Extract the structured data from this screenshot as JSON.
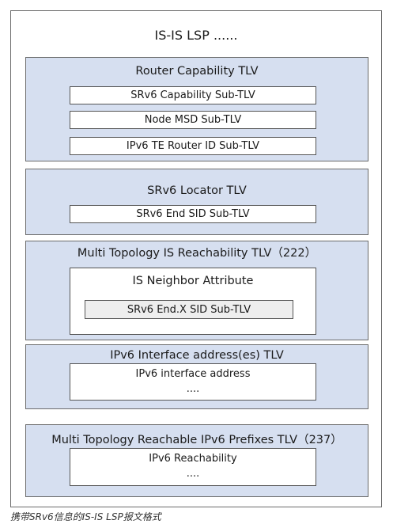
{
  "diagram": {
    "title": "IS-IS LSP ......",
    "router_capability": {
      "title": "Router Capability TLV",
      "subs": [
        "SRv6 Capability Sub-TLV",
        "Node MSD Sub-TLV",
        "IPv6 TE Router ID Sub-TLV"
      ]
    },
    "srv6_locator": {
      "title": "SRv6 Locator TLV",
      "sub": "SRv6 End SID Sub-TLV"
    },
    "mt_is_reach": {
      "title": "Multi Topology IS Reachability TLV（222）",
      "neighbor": {
        "title": "IS Neighbor Attribute",
        "sub": "SRv6 End.X SID Sub-TLV"
      }
    },
    "ipv6_interface": {
      "title": "IPv6 Interface address(es) TLV",
      "line1": "IPv6 interface address",
      "line2": "...."
    },
    "mt_ipv6_prefix": {
      "title": "Multi Topology Reachable IPv6 Prefixes TLV（237）",
      "line1": "IPv6 Reachability",
      "line2": "...."
    }
  },
  "caption": "携带SRv6信息的IS-IS LSP报文格式",
  "colors": {
    "tlv_fill": "#d6dff0",
    "border": "#6b6b6b",
    "inner_gray": "#eeeeee"
  }
}
